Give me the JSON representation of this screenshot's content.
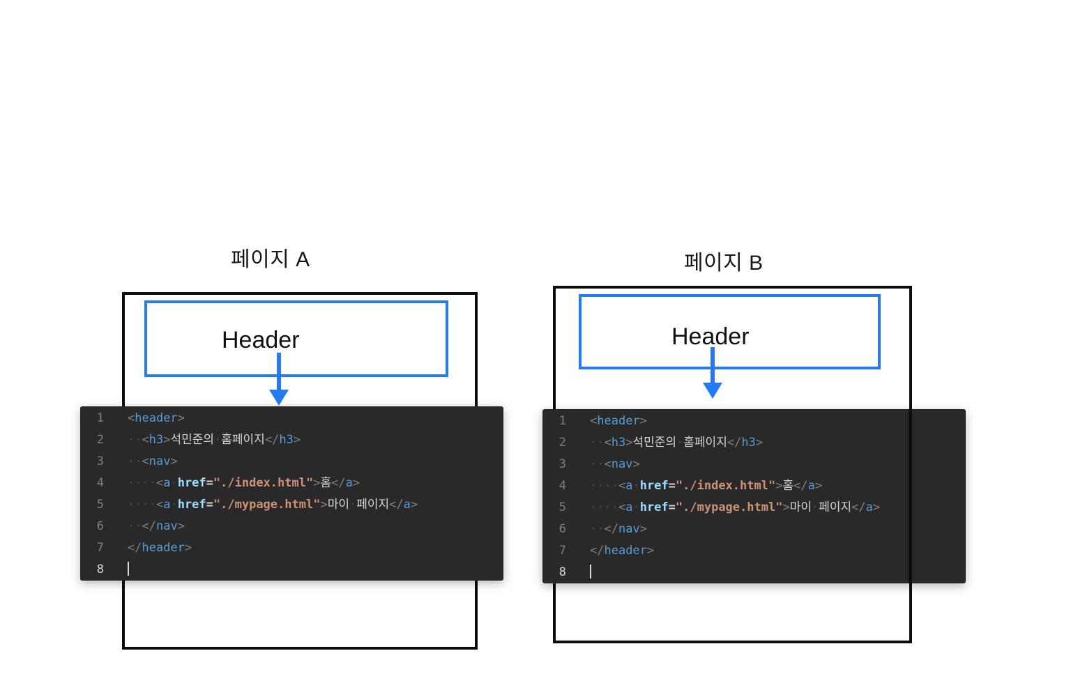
{
  "colors": {
    "blue": "#2579f2",
    "ink": "#0d0d0d",
    "editor_bg": "#292929",
    "gutter": "#7f7f7f",
    "gutter_active": "#d8d8d8",
    "tag": "#569cd6",
    "punct": "#808080",
    "attr": "#9cdcfe",
    "string": "#ce9178",
    "plain": "#d4d4d4",
    "ws": "#4e4e4e"
  },
  "panels": [
    {
      "title": "페이지 A",
      "header_label": "Header"
    },
    {
      "title": "페이지 B",
      "header_label": "Header"
    }
  ],
  "code_lines": [
    {
      "n": "1",
      "tokens": [
        [
          "p",
          "<"
        ],
        [
          "t",
          "header"
        ],
        [
          "p",
          ">"
        ]
      ]
    },
    {
      "n": "2",
      "tokens": [
        [
          "w",
          "··"
        ],
        [
          "p",
          "<"
        ],
        [
          "t",
          "h3"
        ],
        [
          "p",
          ">"
        ],
        [
          "x",
          "석민준의"
        ],
        [
          "w",
          "·"
        ],
        [
          "x",
          "홈페이지"
        ],
        [
          "p",
          "</"
        ],
        [
          "t",
          "h3"
        ],
        [
          "p",
          ">"
        ]
      ]
    },
    {
      "n": "3",
      "tokens": [
        [
          "w",
          "··"
        ],
        [
          "p",
          "<"
        ],
        [
          "t",
          "nav"
        ],
        [
          "p",
          ">"
        ]
      ]
    },
    {
      "n": "4",
      "tokens": [
        [
          "w",
          "····"
        ],
        [
          "p",
          "<"
        ],
        [
          "t",
          "a"
        ],
        [
          "w",
          "·"
        ],
        [
          "a",
          "href"
        ],
        [
          "o",
          "="
        ],
        [
          "s",
          "\"./index.html\""
        ],
        [
          "p",
          ">"
        ],
        [
          "x",
          "홈"
        ],
        [
          "p",
          "</"
        ],
        [
          "t",
          "a"
        ],
        [
          "p",
          ">"
        ]
      ]
    },
    {
      "n": "5",
      "tokens": [
        [
          "w",
          "····"
        ],
        [
          "p",
          "<"
        ],
        [
          "t",
          "a"
        ],
        [
          "w",
          "·"
        ],
        [
          "a",
          "href"
        ],
        [
          "o",
          "="
        ],
        [
          "s",
          "\"./mypage.html\""
        ],
        [
          "p",
          ">"
        ],
        [
          "x",
          "마이"
        ],
        [
          "w",
          "·"
        ],
        [
          "x",
          "페이지"
        ],
        [
          "p",
          "</"
        ],
        [
          "t",
          "a"
        ],
        [
          "p",
          ">"
        ]
      ]
    },
    {
      "n": "6",
      "tokens": [
        [
          "w",
          "··"
        ],
        [
          "p",
          "</"
        ],
        [
          "t",
          "nav"
        ],
        [
          "p",
          ">"
        ]
      ]
    },
    {
      "n": "7",
      "tokens": [
        [
          "p",
          "</"
        ],
        [
          "t",
          "header"
        ],
        [
          "p",
          ">"
        ]
      ]
    },
    {
      "n": "8",
      "tokens": [],
      "cursor": true
    }
  ]
}
